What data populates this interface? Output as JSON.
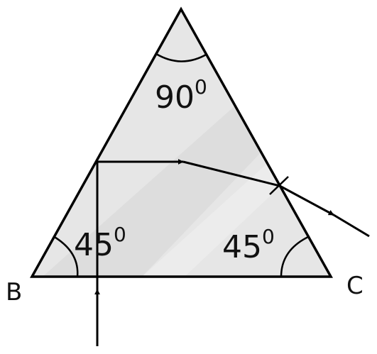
{
  "angles": {
    "apex": {
      "value": "90",
      "sup": "0"
    },
    "left": {
      "value": "45",
      "sup": "0"
    },
    "right": {
      "value": "45",
      "sup": "0"
    }
  },
  "vertices": {
    "left": "B",
    "right": "C"
  },
  "colors": {
    "prism_fill": "#e6e6e6",
    "prism_sheen": "#d9d9d9",
    "stroke": "#000000"
  }
}
